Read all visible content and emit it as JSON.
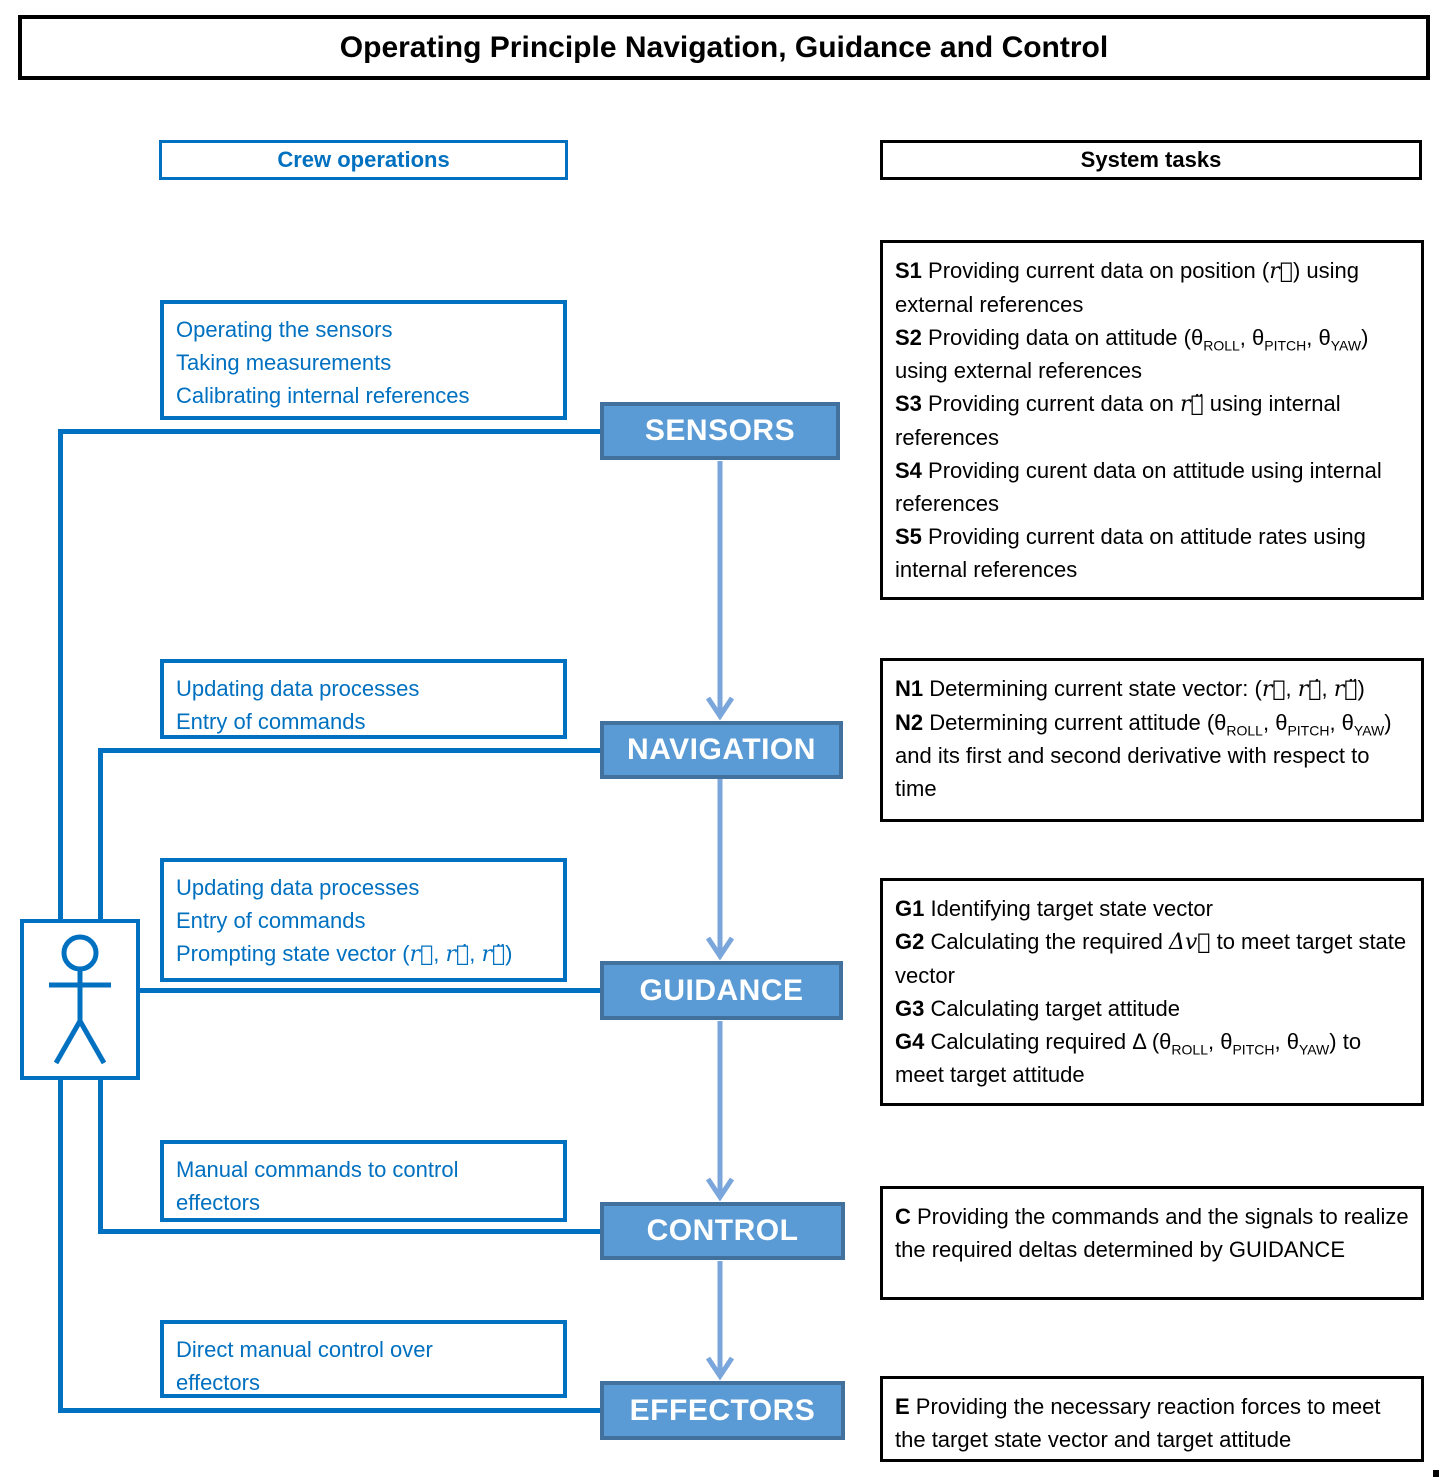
{
  "title": "Operating Principle Navigation, Guidance and Control",
  "headers": {
    "crew": "Crew operations",
    "system": "System tasks"
  },
  "colors": {
    "accent_blue": "#0070C0",
    "node_fill": "#5B9BD5",
    "node_border": "#41719C",
    "arrow_blue": "#7AA6DB",
    "node_text": "#FFFFFF",
    "task_text": "#000000"
  },
  "nodes": {
    "sensors": {
      "label": "SENSORS"
    },
    "navigation": {
      "label": "NAVIGATION"
    },
    "guidance": {
      "label": "GUIDANCE"
    },
    "control": {
      "label": "CONTROL"
    },
    "effectors": {
      "label": "EFFECTORS"
    }
  },
  "crew_boxes": {
    "sensors": {
      "lines": [
        "Operating the sensors",
        "Taking measurements",
        "Calibrating internal references"
      ]
    },
    "navigation": {
      "lines": [
        "Updating data processes",
        "Entry of commands"
      ]
    },
    "guidance": {
      "lines": [
        "Updating data processes",
        "Entry of commands",
        [
          {
            "t": "Prompting state vector ("
          },
          {
            "m": "r⃗"
          },
          {
            "t": ", "
          },
          {
            "m": "r⃗̇"
          },
          {
            "t": ", "
          },
          {
            "m": "r⃗̈"
          },
          {
            "t": ")"
          }
        ]
      ]
    },
    "control": {
      "lines": [
        "Manual commands to control",
        "effectors"
      ]
    },
    "effectors": {
      "lines": [
        "Direct manual control over",
        "effectors"
      ]
    }
  },
  "task_boxes": {
    "sensors": {
      "lines": [
        [
          {
            "b": "S1"
          },
          {
            "t": " Providing current data on position ("
          },
          {
            "m": "r⃗"
          },
          {
            "t": ") using external references"
          }
        ],
        [
          {
            "b": "S2"
          },
          {
            "t": " Providing data on attitude (θ"
          },
          {
            "sub": "ROLL"
          },
          {
            "t": ", θ"
          },
          {
            "sub": "PITCH"
          },
          {
            "t": ", θ"
          },
          {
            "sub": "YAW"
          },
          {
            "t": ") using external references"
          }
        ],
        [
          {
            "b": "S3"
          },
          {
            "t": " Providing current data on "
          },
          {
            "m": "r⃗̈"
          },
          {
            "t": " using internal references"
          }
        ],
        [
          {
            "b": "S4"
          },
          {
            "t": " Providing curent data on attitude using internal references"
          }
        ],
        [
          {
            "b": "S5"
          },
          {
            "t": " Providing current data on attitude rates using internal references"
          }
        ]
      ]
    },
    "navigation": {
      "lines": [
        [
          {
            "b": "N1"
          },
          {
            "t": " Determining current state vector: ("
          },
          {
            "m": "r⃗"
          },
          {
            "t": ", "
          },
          {
            "m": "r⃗̇"
          },
          {
            "t": ", "
          },
          {
            "m": "r⃗̈"
          },
          {
            "t": ")"
          }
        ],
        [
          {
            "b": "N2"
          },
          {
            "t": " Determining current attitude (θ"
          },
          {
            "sub": "ROLL"
          },
          {
            "t": ", θ"
          },
          {
            "sub": "PITCH"
          },
          {
            "t": ", θ"
          },
          {
            "sub": "YAW"
          },
          {
            "t": ") and its first and second derivative with respect to time"
          }
        ]
      ]
    },
    "guidance": {
      "lines": [
        [
          {
            "b": "G1"
          },
          {
            "t": " Identifying target state vector"
          }
        ],
        [
          {
            "b": "G2"
          },
          {
            "t": " Calculating the required "
          },
          {
            "m": "Δv⃗"
          },
          {
            "t": " to meet target state vector"
          }
        ],
        [
          {
            "b": "G3"
          },
          {
            "t": " Calculating target attitude"
          }
        ],
        [
          {
            "b": "G4"
          },
          {
            "t": " Calculating required Δ (θ"
          },
          {
            "sub": "ROLL"
          },
          {
            "t": ", θ"
          },
          {
            "sub": "PITCH"
          },
          {
            "t": ", θ"
          },
          {
            "sub": "YAW"
          },
          {
            "t": ") to meet target attitude"
          }
        ]
      ]
    },
    "control": {
      "lines": [
        [
          {
            "b": "C"
          },
          {
            "t": " Providing the commands and the signals to realize the required deltas determined by GUIDANCE"
          }
        ]
      ]
    },
    "effectors": {
      "lines": [
        [
          {
            "b": "E"
          },
          {
            "t": " Providing the necessary reaction forces to meet the target state vector and target attitude"
          }
        ]
      ]
    }
  }
}
